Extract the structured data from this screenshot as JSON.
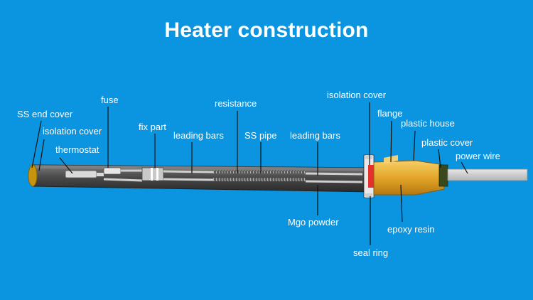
{
  "title": "Heater construction",
  "labels": {
    "ss_end_cover": "SS end cover",
    "isolation_cover_left": "isolation cover",
    "thermostat": "thermostat",
    "fuse": "fuse",
    "fix_part": "fix part",
    "leading_bars_left": "leading bars",
    "resistance": "resistance",
    "ss_pipe": "SS pipe",
    "leading_bars_right": "leading bars",
    "isolation_cover_right": "isolation cover",
    "flange": "flange",
    "plastic_house": "plastic house",
    "plastic_cover": "plastic cover",
    "power_wire": "power wire",
    "mgo_powder": "Mgo powder",
    "epoxy_resin": "epoxy resin",
    "seal_ring": "seal ring"
  },
  "colors": {
    "background": "#0b95e0",
    "pipe_dark": "#3a3a3a",
    "pipe_light": "#d9d9d9",
    "end_cover": "#c8940e",
    "flange_red": "#e3322b",
    "plastic_house": "#e0a526",
    "plastic_cover": "#3b4a1e",
    "power_wire": "#cfcfcf",
    "label_text": "#ffffff",
    "leader_line": "#111111"
  }
}
